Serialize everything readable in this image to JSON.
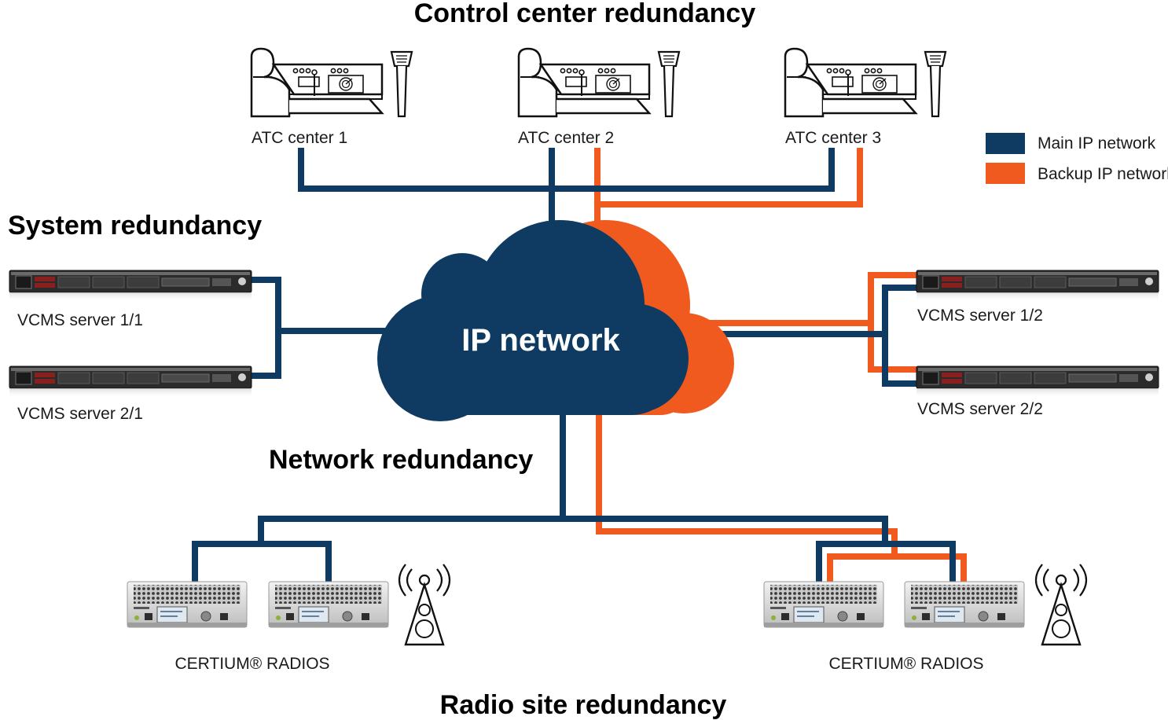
{
  "headings": {
    "control_center": "Control center redundancy",
    "system": "System redundancy",
    "network": "Network redundancy",
    "radio_site": "Radio site redundancy"
  },
  "cloud": {
    "label": "IP network"
  },
  "legend": {
    "main": {
      "label": "Main IP network",
      "color": "#0f3b63"
    },
    "backup": {
      "label": "Backup IP network",
      "color": "#f05a1e"
    }
  },
  "atc_centers": [
    "ATC center 1",
    "ATC center 2",
    "ATC center 3"
  ],
  "servers": {
    "left": [
      "VCMS server 1/1",
      "VCMS server 2/1"
    ],
    "right": [
      "VCMS server 1/2",
      "VCMS server 2/2"
    ]
  },
  "radio_groups": [
    {
      "label": "CERTIUM® RADIOS"
    },
    {
      "label": "CERTIUM® RADIOS"
    }
  ],
  "icons": {
    "workstation": "atc-workstation-icon",
    "tower": "control-tower-icon",
    "server": "rack-server-icon",
    "radio": "radio-unit-icon",
    "antenna": "antenna-mast-icon"
  }
}
